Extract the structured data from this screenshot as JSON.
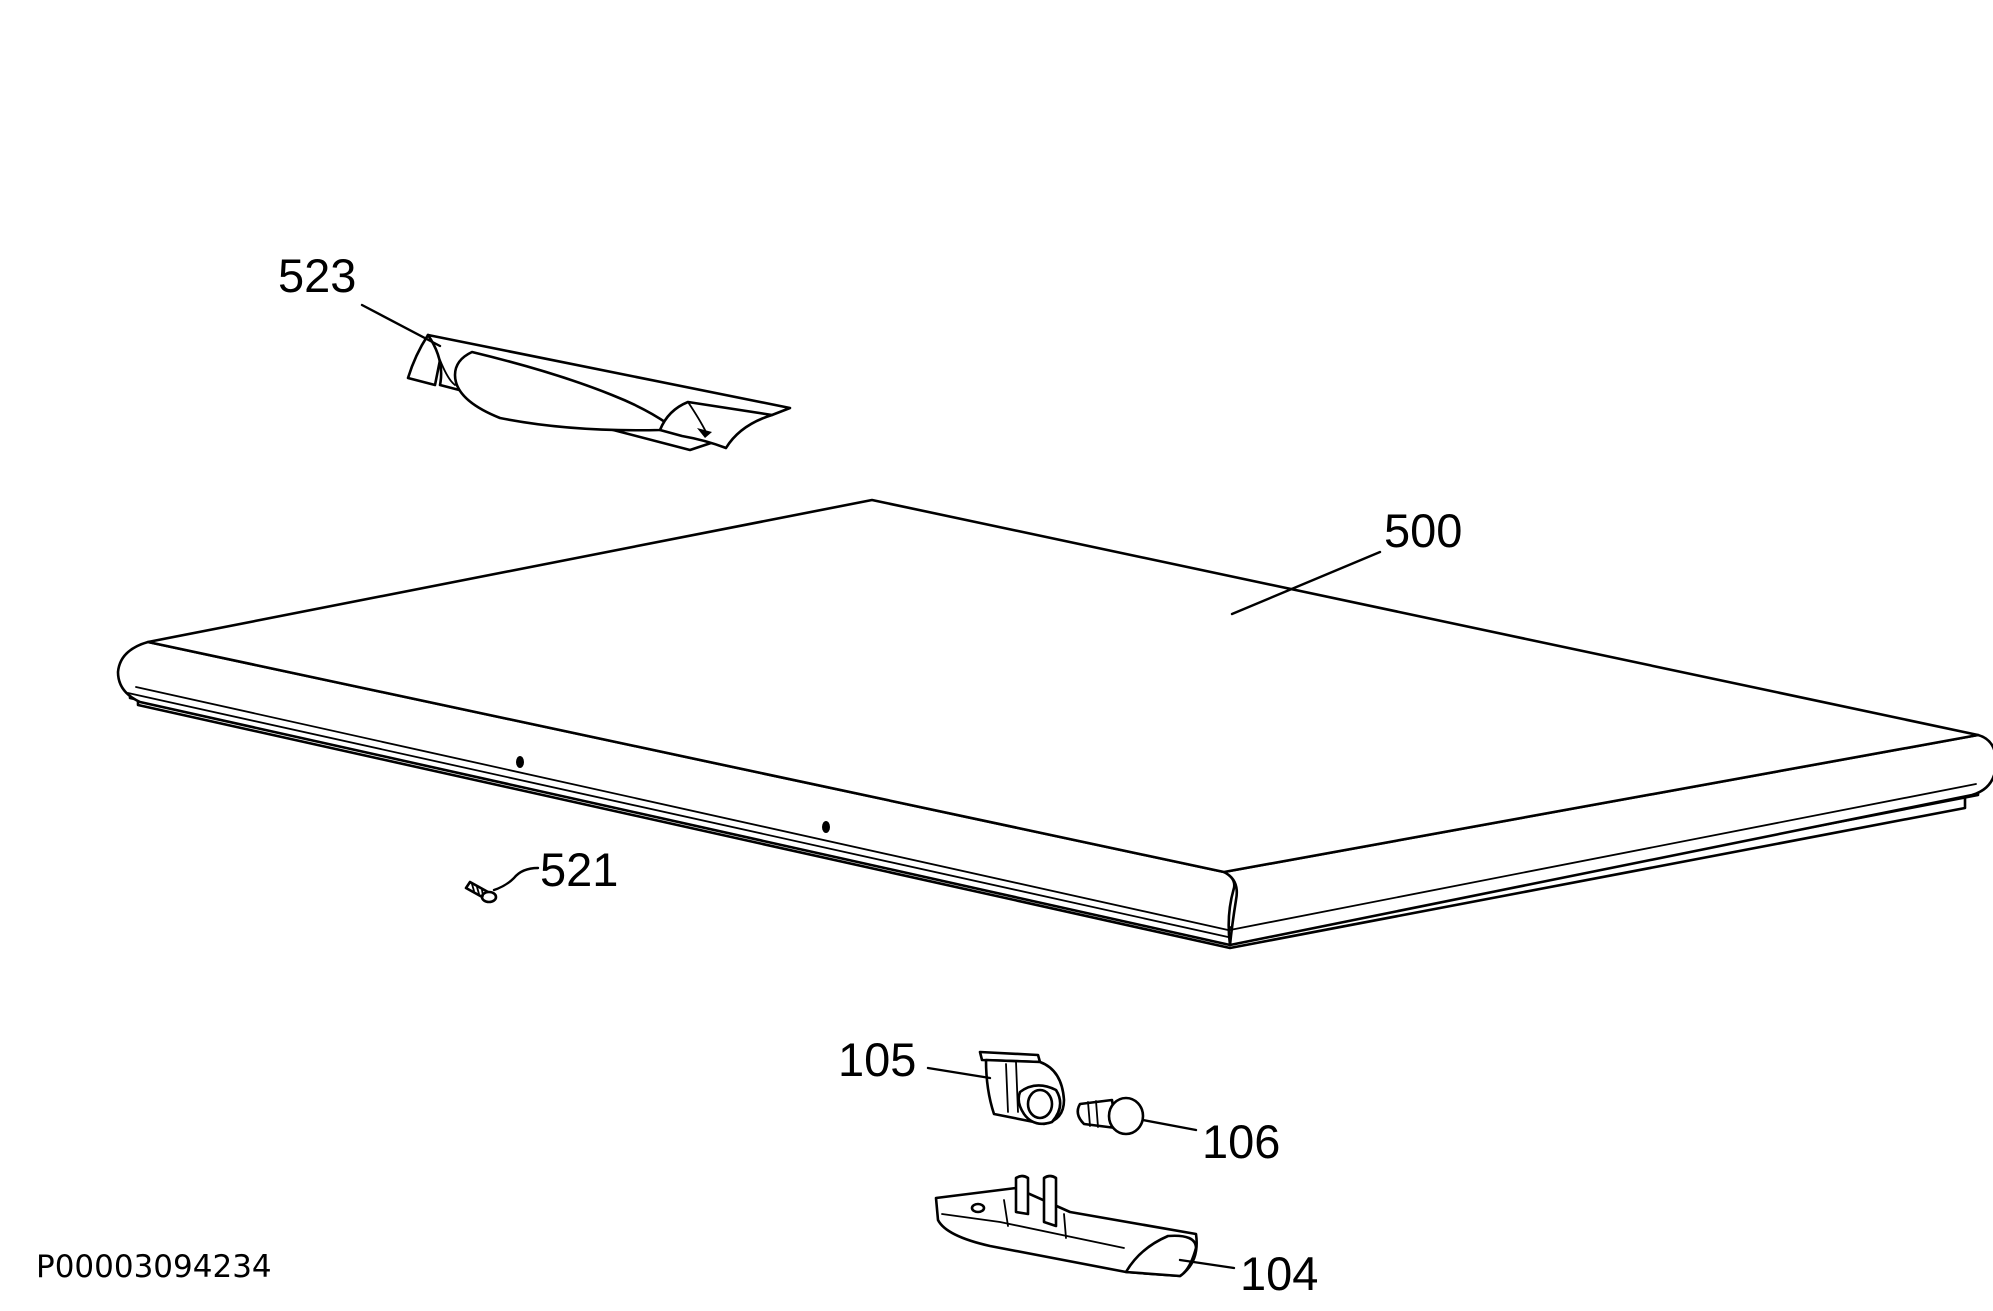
{
  "callouts": {
    "handle": "523",
    "lid": "500",
    "screw": "521",
    "hinge_bracket": "105",
    "hinge_pin": "106",
    "hinge_cover": "104"
  },
  "document_ref": "P00003094234"
}
